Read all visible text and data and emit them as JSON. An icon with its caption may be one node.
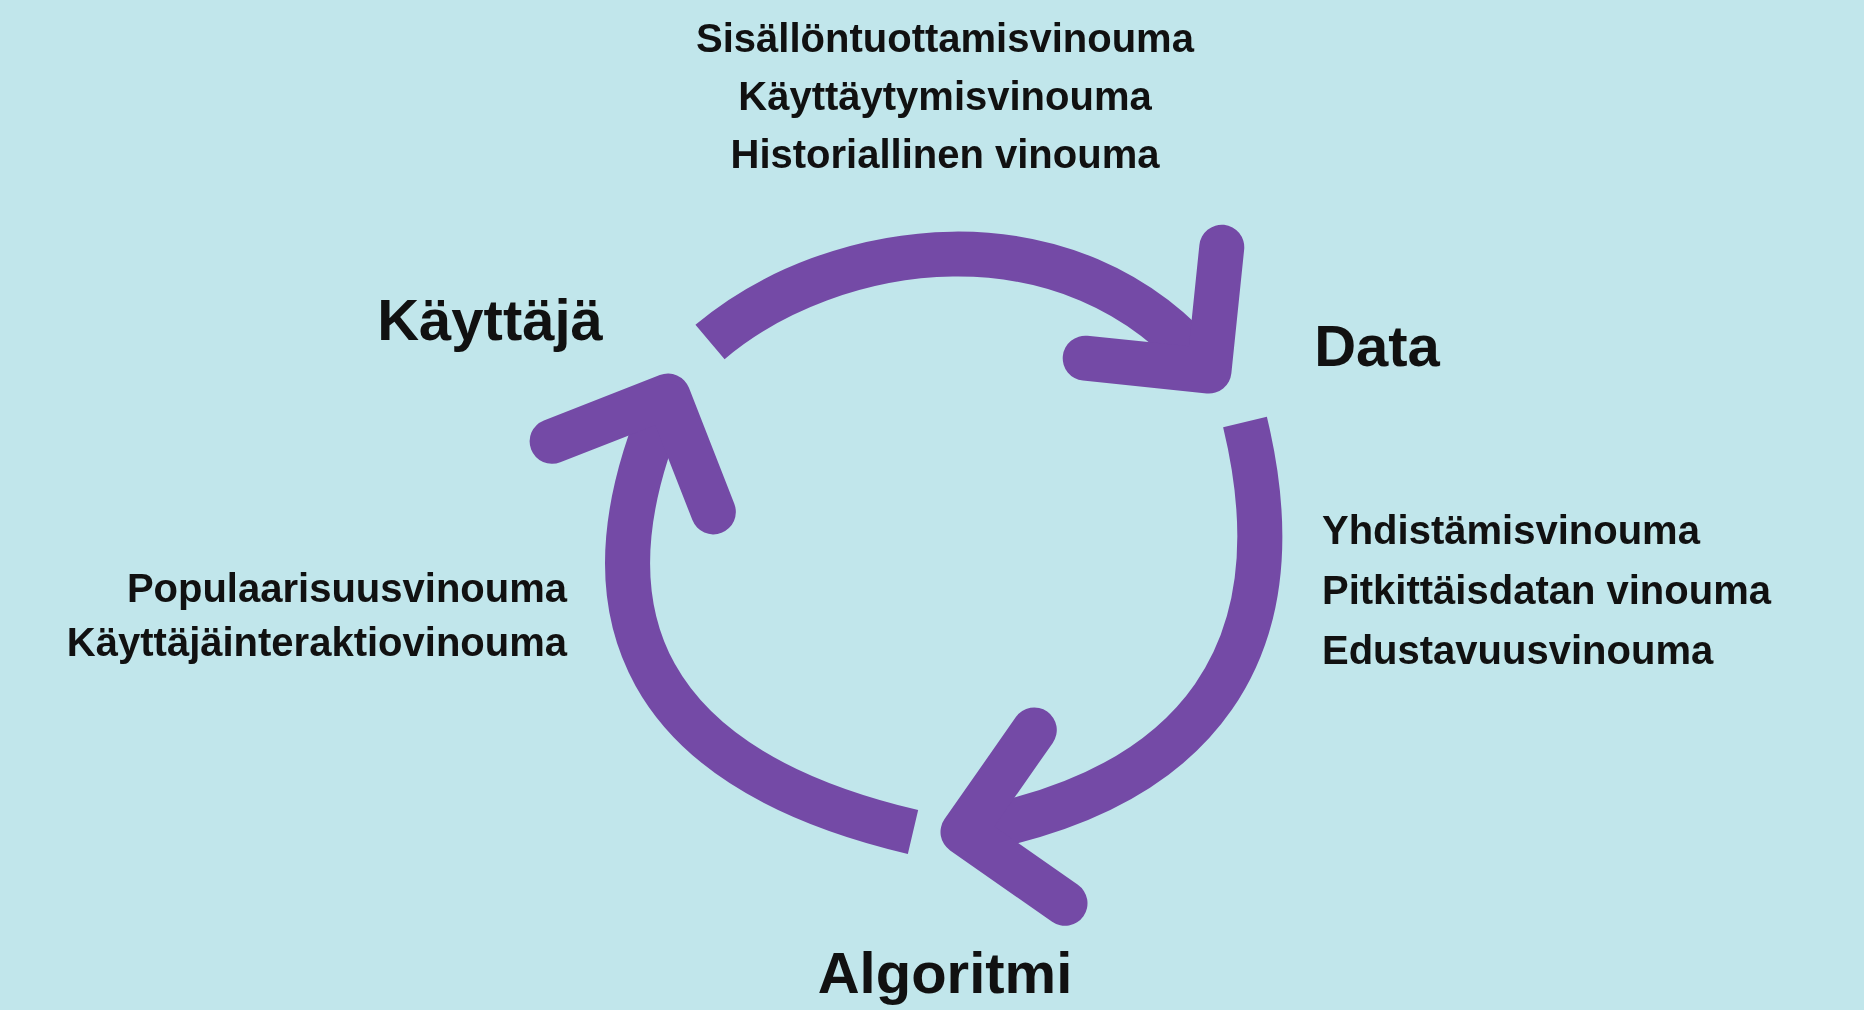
{
  "diagram": {
    "nodes": [
      {
        "text": [
          "Käyttäjä"
        ]
      },
      {
        "text": [
          "Data"
        ]
      },
      {
        "text": [
          "Algoritmi"
        ]
      }
    ],
    "edges": [
      {
        "from": 0,
        "to": 1,
        "arrow": "to"
      },
      {
        "from": 1,
        "to": 2,
        "arrow": "to"
      },
      {
        "from": 2,
        "to": 0,
        "arrow": "to"
      }
    ],
    "labels": [
      "Sisällöntuottamisvinouma",
      "Käyttäytymisvinouma",
      "Historiallinen vinouma",
      "Yhdistämisvinouma",
      "Pitkittäisdatan vinouma",
      "Edustavuusvinouma",
      "Populaarisuusvinouma",
      "Käyttäjäinteraktiovinouma"
    ]
  }
}
